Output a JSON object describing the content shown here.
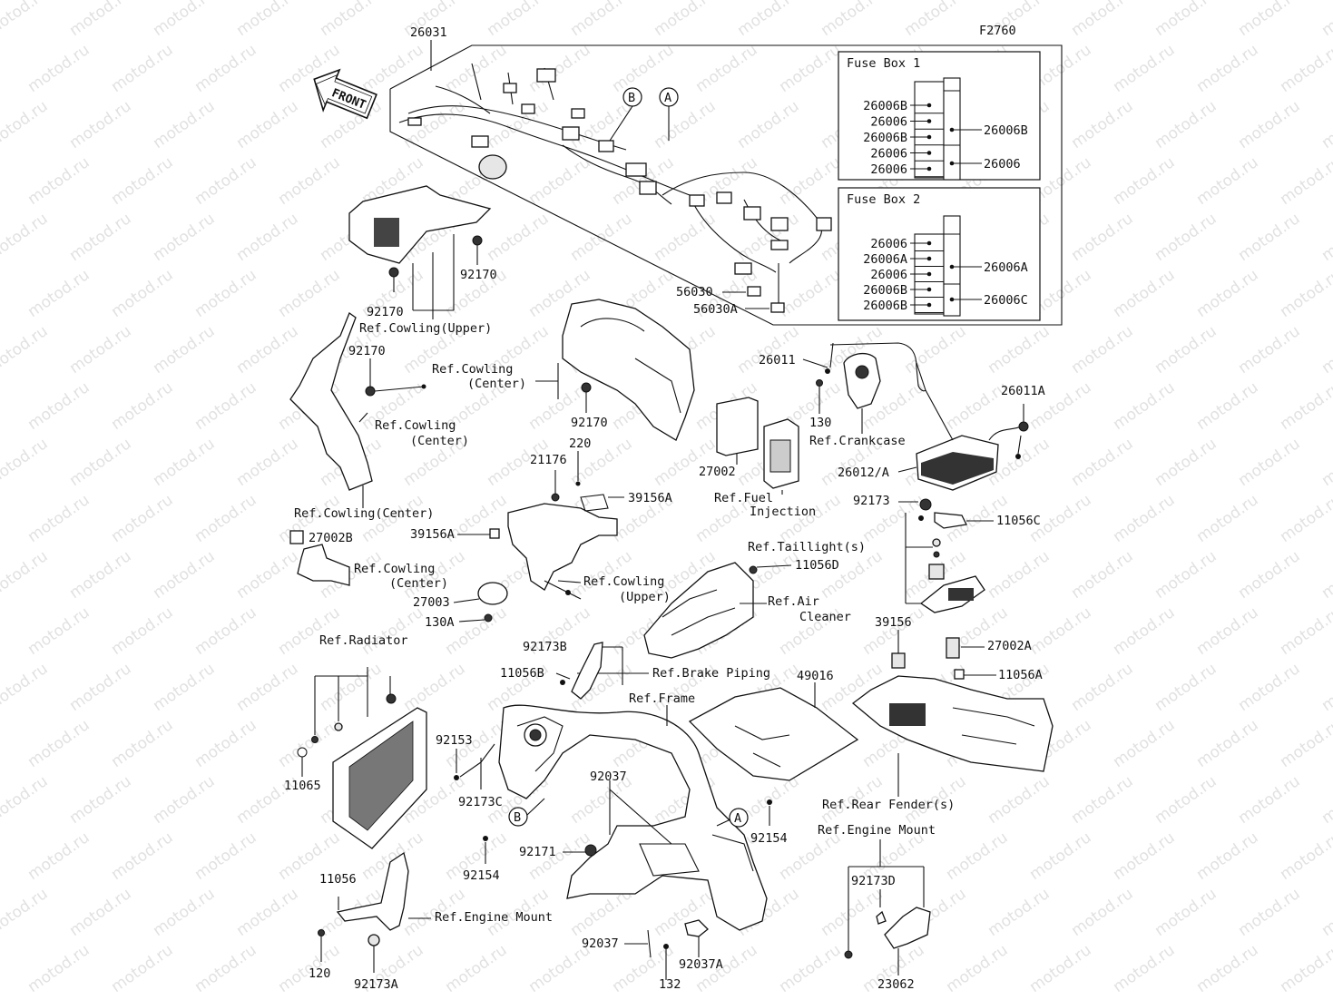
{
  "figure_code": "F2760",
  "front_label": "FRONT",
  "watermark": "motod.ru",
  "fuse_box_1": {
    "title": "Fuse Box 1",
    "left": [
      "26006B",
      "26006",
      "26006B",
      "26006",
      "26006"
    ],
    "right": [
      "26006B",
      "26006"
    ]
  },
  "fuse_box_2": {
    "title": "Fuse Box 2",
    "left": [
      "26006",
      "26006A",
      "26006",
      "26006B",
      "26006B"
    ],
    "right": [
      "26006A",
      "26006C"
    ]
  },
  "circle_labels": {
    "a": "A",
    "b": "B"
  },
  "parts": {
    "p26031": "26031",
    "p56030": "56030",
    "p56030A": "56030A",
    "p92170_a": "92170",
    "p92170_b": "92170",
    "p92170_c": "92170",
    "p92170_d": "92170",
    "p26011": "26011",
    "p130": "130",
    "p26011A": "26011A",
    "p27002": "27002",
    "p26012A": "26012/A",
    "p220": "220",
    "p21176": "21176",
    "p39156A_a": "39156A",
    "p39156A_b": "39156A",
    "p92173": "92173",
    "p11056C": "11056C",
    "p27002B": "27002B",
    "p11056D": "11056D",
    "p27003": "27003",
    "p130A": "130A",
    "p39156": "39156",
    "p27002A": "27002A",
    "p11056A": "11056A",
    "p92173B": "92173B",
    "p11056B": "11056B",
    "p49016": "49016",
    "p11065": "11065",
    "p92153": "92153",
    "p92173C": "92173C",
    "p92037_a": "92037",
    "p92154_a": "92154",
    "p92154_b": "92154",
    "p92171": "92171",
    "p11056": "11056",
    "p120": "120",
    "p92173A": "92173A",
    "p92037_b": "92037",
    "p132": "132",
    "p92037A": "92037A",
    "p92173D": "92173D",
    "p23062": "23062"
  },
  "refs": {
    "cowling_upper_1": "Ref.Cowling(Upper)",
    "cowling_center_1a": "Ref.Cowling",
    "cowling_center_1b": "(Center)",
    "cowling_center_2a": "Ref.Cowling",
    "cowling_center_2b": "(Center)",
    "cowling_center_3": "Ref.Cowling(Center)",
    "cowling_center_4a": "Ref.Cowling",
    "cowling_center_4b": "(Center)",
    "cowling_upper_2a": "Ref.Cowling",
    "cowling_upper_2b": "(Upper)",
    "crankcase": "Ref.Crankcase",
    "fuel_a": "Ref.Fuel",
    "fuel_b": "Injection",
    "taillight": "Ref.Taillight(s)",
    "air_a": "Ref.Air",
    "air_b": "Cleaner",
    "radiator": "Ref.Radiator",
    "brake": "Ref.Brake Piping",
    "frame": "Ref.Frame",
    "rear_fender": "Ref.Rear Fender(s)",
    "engine_mount_1": "Ref.Engine Mount",
    "engine_mount_2": "Ref.Engine Mount"
  }
}
